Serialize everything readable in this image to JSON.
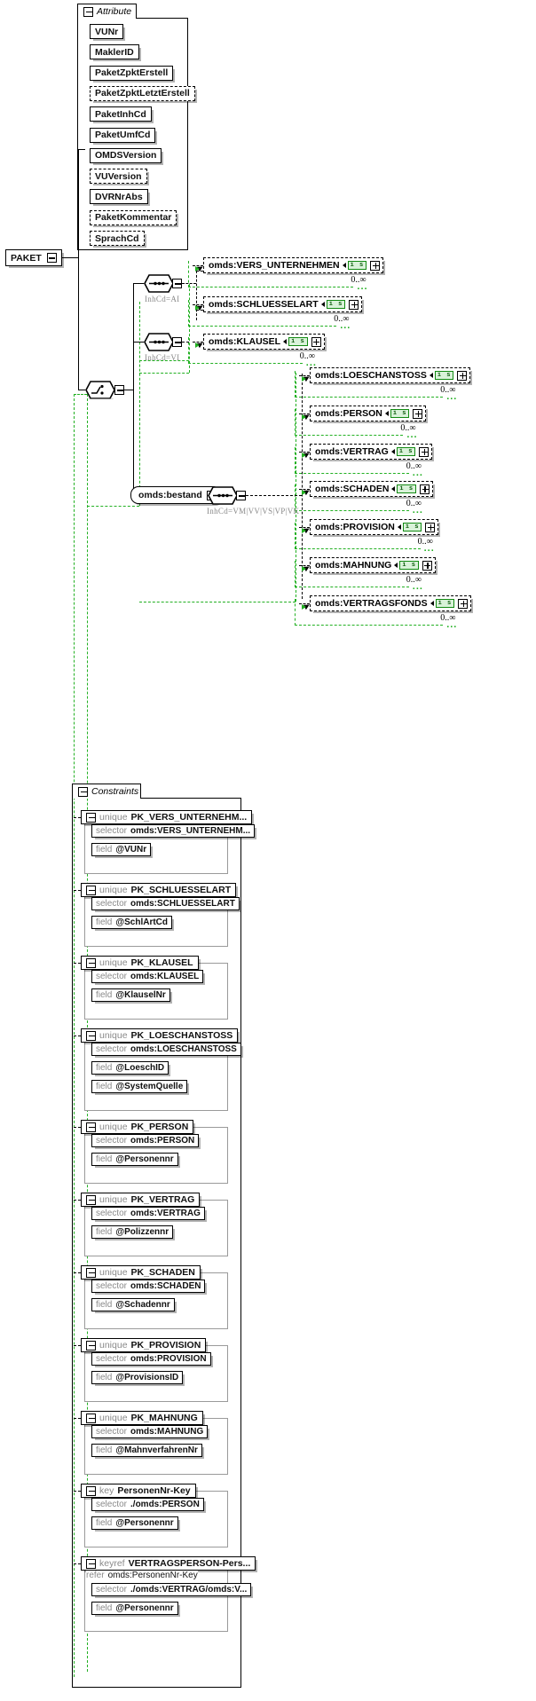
{
  "root": {
    "label": "PAKET"
  },
  "attribute_group": {
    "title": "Attribute",
    "items": [
      {
        "label": "VUNr",
        "optional": false
      },
      {
        "label": "MaklerID",
        "optional": false
      },
      {
        "label": "PaketZpktErstell",
        "optional": false
      },
      {
        "label": "PaketZpktLetztErstell",
        "optional": true
      },
      {
        "label": "PaketInhCd",
        "optional": false
      },
      {
        "label": "PaketUmfCd",
        "optional": false
      },
      {
        "label": "OMDSVersion",
        "optional": false
      },
      {
        "label": "VUVersion",
        "optional": true
      },
      {
        "label": "DVRNrAbs",
        "optional": false
      },
      {
        "label": "PaketKommentar",
        "optional": true
      },
      {
        "label": "SprachCd",
        "optional": true
      }
    ]
  },
  "content_model": {
    "choice_label": "",
    "branches": [
      {
        "compositor": "sequence",
        "annotation": "InhCd=AI",
        "elements": [
          {
            "label": "omds:VERS_UNTERNEHMEN",
            "badge": "i s",
            "occurs": "0..∞"
          },
          {
            "label": "omds:SCHLUESSELART",
            "badge": "i s",
            "occurs": "0..∞"
          }
        ]
      },
      {
        "compositor": "sequence",
        "annotation": "InhCd=VI",
        "elements": [
          {
            "label": "omds:KLAUSEL",
            "badge": "i s",
            "occurs": "0..∞"
          }
        ]
      },
      {
        "compositor": "sequence",
        "group_label": "omds:bestand",
        "annotation": "InhCd=VM|VV|VS|VP|VK",
        "elements": [
          {
            "label": "omds:LOESCHANSTOSS",
            "badge": "i s",
            "occurs": "0..∞"
          },
          {
            "label": "omds:PERSON",
            "badge": "i s",
            "occurs": "0..∞"
          },
          {
            "label": "omds:VERTRAG",
            "badge": "i s",
            "occurs": "0..∞"
          },
          {
            "label": "omds:SCHADEN",
            "badge": "i s",
            "occurs": "0..∞"
          },
          {
            "label": "omds:PROVISION",
            "badge": "i s",
            "occurs": "0..∞"
          },
          {
            "label": "omds:MAHNUNG",
            "badge": "i s",
            "occurs": "0..∞"
          },
          {
            "label": "omds:VERTRAGSFONDS",
            "badge": "i s",
            "occurs": "0..∞"
          }
        ]
      }
    ]
  },
  "constraints_group": {
    "title": "Constraints",
    "items": [
      {
        "kind": "unique",
        "name": "PK_VERS_UNTERNEHM...",
        "rows": [
          {
            "kind": "selector",
            "value": "omds:VERS_UNTERNEHM..."
          },
          {
            "kind": "field",
            "value": "@VUNr"
          }
        ]
      },
      {
        "kind": "unique",
        "name": "PK_SCHLUESSELART",
        "rows": [
          {
            "kind": "selector",
            "value": "omds:SCHLUESSELART"
          },
          {
            "kind": "field",
            "value": "@SchlArtCd"
          }
        ]
      },
      {
        "kind": "unique",
        "name": "PK_KLAUSEL",
        "rows": [
          {
            "kind": "selector",
            "value": "omds:KLAUSEL"
          },
          {
            "kind": "field",
            "value": "@KlauselNr"
          }
        ]
      },
      {
        "kind": "unique",
        "name": "PK_LOESCHANSTOSS",
        "rows": [
          {
            "kind": "selector",
            "value": "omds:LOESCHANSTOSS"
          },
          {
            "kind": "field",
            "value": "@LoeschID"
          },
          {
            "kind": "field",
            "value": "@SystemQuelle"
          }
        ]
      },
      {
        "kind": "unique",
        "name": "PK_PERSON",
        "rows": [
          {
            "kind": "selector",
            "value": "omds:PERSON"
          },
          {
            "kind": "field",
            "value": "@Personennr"
          }
        ]
      },
      {
        "kind": "unique",
        "name": "PK_VERTRAG",
        "rows": [
          {
            "kind": "selector",
            "value": "omds:VERTRAG"
          },
          {
            "kind": "field",
            "value": "@Polizzennr"
          }
        ]
      },
      {
        "kind": "unique",
        "name": "PK_SCHADEN",
        "rows": [
          {
            "kind": "selector",
            "value": "omds:SCHADEN"
          },
          {
            "kind": "field",
            "value": "@Schadennr"
          }
        ]
      },
      {
        "kind": "unique",
        "name": "PK_PROVISION",
        "rows": [
          {
            "kind": "selector",
            "value": "omds:PROVISION"
          },
          {
            "kind": "field",
            "value": "@ProvisionsID"
          }
        ]
      },
      {
        "kind": "unique",
        "name": "PK_MAHNUNG",
        "rows": [
          {
            "kind": "selector",
            "value": "omds:MAHNUNG"
          },
          {
            "kind": "field",
            "value": "@MahnverfahrenNr"
          }
        ]
      },
      {
        "kind": "key",
        "name": "PersonenNr-Key",
        "rows": [
          {
            "kind": "selector",
            "value": "./omds:PERSON"
          },
          {
            "kind": "field",
            "value": "@Personennr"
          }
        ]
      },
      {
        "kind": "keyref",
        "name": "VERTRAGSPERSON-Pers...",
        "refer": {
          "kind": "refer",
          "value": "omds:PersonenNr-Key"
        },
        "rows": [
          {
            "kind": "selector",
            "value": "./omds:VERTRAG/omds:V..."
          },
          {
            "kind": "field",
            "value": "@Personennr"
          }
        ]
      }
    ]
  }
}
